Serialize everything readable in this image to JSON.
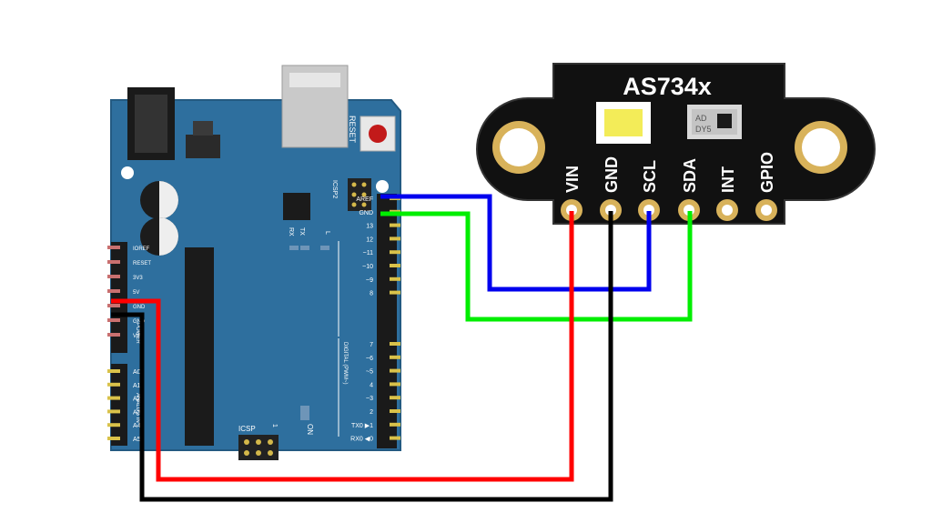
{
  "sensor": {
    "title": "AS734x",
    "chip_label_1": "AD",
    "chip_label_2": "DY5",
    "pins": [
      "VIN",
      "GND",
      "SCL",
      "SDA",
      "INT",
      "GPIO"
    ]
  },
  "arduino": {
    "reset_label": "RESET",
    "icsp2_label": "ICSP2",
    "tx_label": "TX",
    "rx_label": "RX",
    "l_label": "L",
    "on_label": "ON",
    "icsp_label": "ICSP",
    "icsp_num": "1",
    "digital_label": "DIGITAL (PWM~)",
    "power_label": "POWER",
    "analog_label": "ANALOG IN",
    "header_right_labels": [
      "AREF",
      "GND",
      "13",
      "12",
      "~11",
      "~10",
      "~9",
      "8",
      "7",
      "~6",
      "~5",
      "4",
      "~3",
      "2",
      "TX0 ▶1",
      "RX0 ◀0"
    ],
    "header_left_power_labels": [
      "IOREF",
      "RESET",
      "3V3",
      "5V",
      "GND",
      "GND",
      "VIN"
    ],
    "header_left_analog_labels": [
      "A0",
      "A1",
      "A2",
      "A3",
      "A4",
      "A5"
    ]
  },
  "colors": {
    "board": "#2e6f9e",
    "sensor_pcb": "#111111",
    "vin_wire": "#ff0000",
    "gnd_wire": "#000000",
    "scl_wire": "#0000ee",
    "sda_wire": "#00ee00"
  }
}
